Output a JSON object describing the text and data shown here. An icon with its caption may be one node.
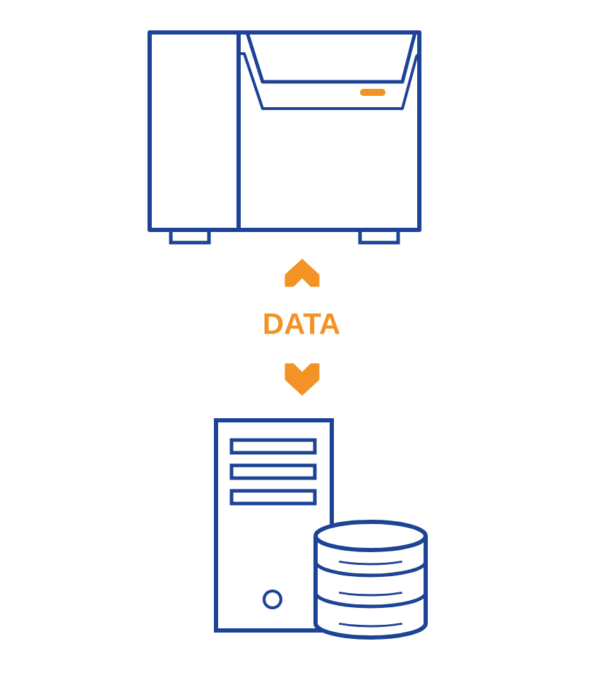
{
  "diagram": {
    "nodes": [
      {
        "text": [],
        "shape": "picture"
      },
      {
        "text": [
          "DATA"
        ]
      },
      {
        "text": [],
        "shape": "picture"
      }
    ],
    "edges": [
      {
        "from": 1,
        "to": 0,
        "arrow": "to"
      },
      {
        "from": 1,
        "to": 2,
        "arrow": "to"
      }
    ]
  }
}
